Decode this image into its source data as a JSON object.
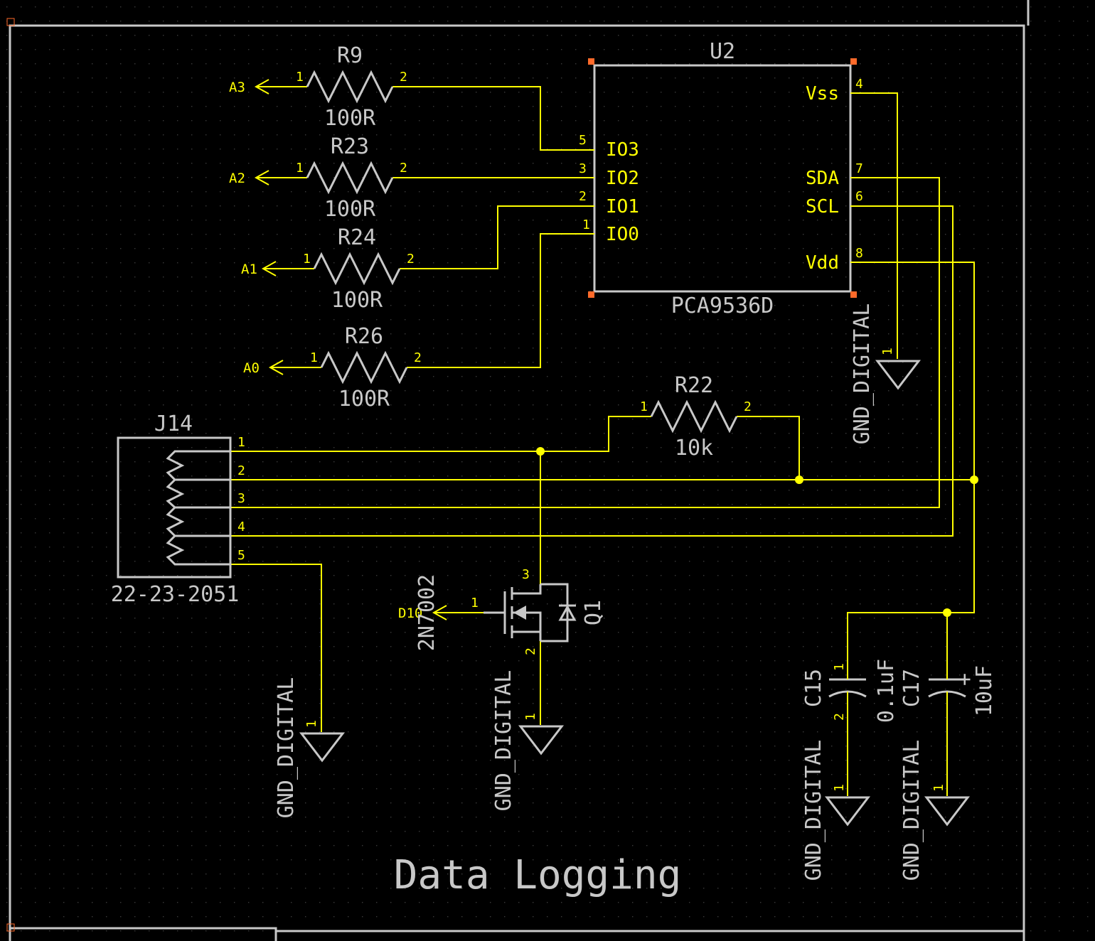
{
  "title": "Data Logging",
  "colors": {
    "background": "#000000",
    "wire": "#ffff00",
    "outline": "#c8c8c8",
    "corner": "#ff6a2a",
    "grid": "#3a3a3a"
  },
  "u2": {
    "ref": "U2",
    "value": "PCA9536D",
    "left_pins": [
      {
        "name": "IO3",
        "num": "5"
      },
      {
        "name": "IO2",
        "num": "3"
      },
      {
        "name": "IO1",
        "num": "2"
      },
      {
        "name": "IO0",
        "num": "1"
      }
    ],
    "right_pins": [
      {
        "name": "Vss",
        "num": "4"
      },
      {
        "name": "SDA",
        "num": "7"
      },
      {
        "name": "SCL",
        "num": "6"
      },
      {
        "name": "Vdd",
        "num": "8"
      }
    ]
  },
  "resistors": [
    {
      "ref": "R9",
      "value": "100R",
      "net": "A3",
      "pin1": "1",
      "pin2": "2"
    },
    {
      "ref": "R23",
      "value": "100R",
      "net": "A2",
      "pin1": "1",
      "pin2": "2"
    },
    {
      "ref": "R24",
      "value": "100R",
      "net": "A1",
      "pin1": "1",
      "pin2": "2"
    },
    {
      "ref": "R26",
      "value": "100R",
      "net": "A0",
      "pin1": "1",
      "pin2": "2"
    },
    {
      "ref": "R22",
      "value": "10k",
      "net": "",
      "pin1": "1",
      "pin2": "2"
    }
  ],
  "j14": {
    "ref": "J14",
    "value": "22-23-2051",
    "pins": [
      "1",
      "2",
      "3",
      "4",
      "5"
    ]
  },
  "q1": {
    "ref": "Q1",
    "value": "2N7002",
    "net": "D10",
    "gate": "1",
    "drain": "3",
    "source": "2"
  },
  "c15": {
    "ref": "C15",
    "value": "0.1uF",
    "pin1": "1",
    "pin2": "2"
  },
  "c17": {
    "ref": "C17",
    "value": "10uF",
    "polarity": "+"
  },
  "gnd": {
    "label": "GND_DIGITAL",
    "pin": "1"
  }
}
